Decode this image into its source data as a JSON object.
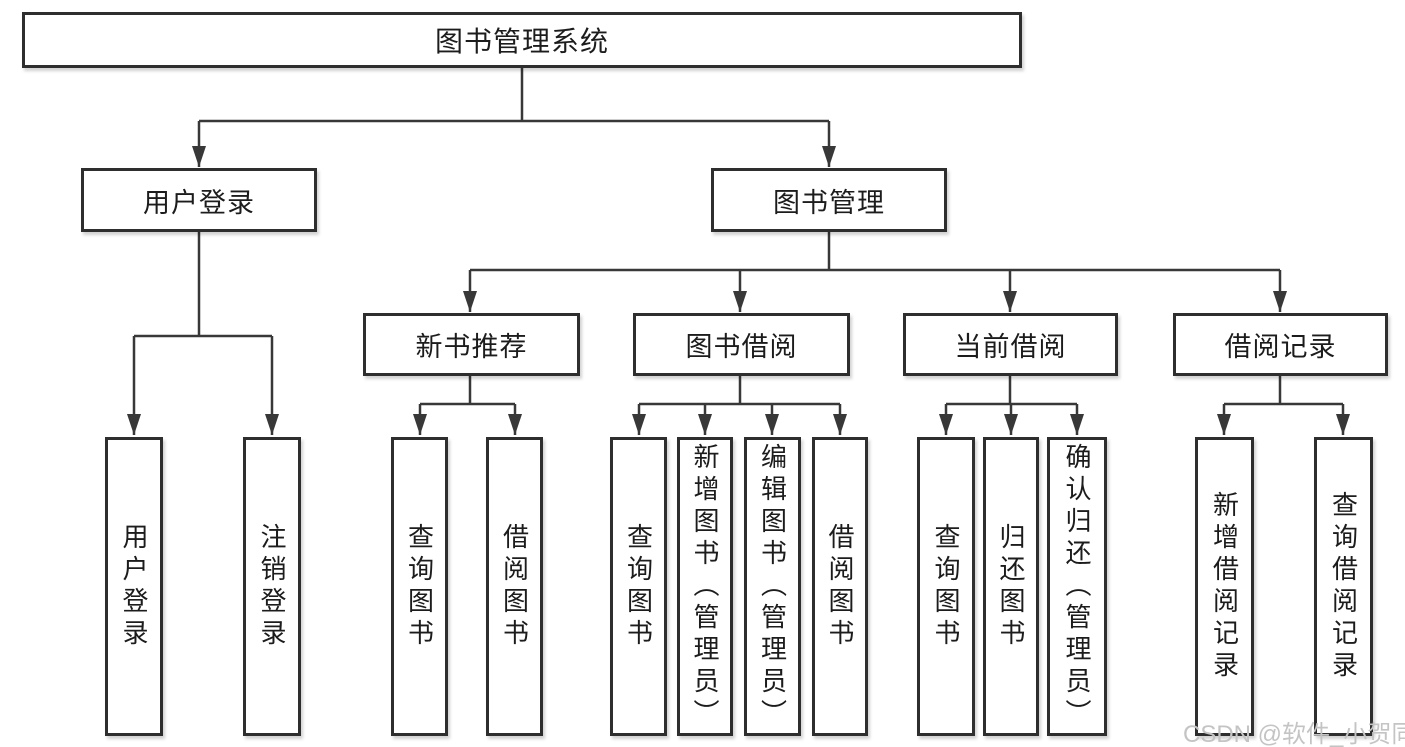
{
  "page": {
    "background": "#ffffff"
  },
  "diagram": {
    "title_node": "图书管理系统",
    "branches": {
      "user_login": {
        "label": "用户登录",
        "children": [
          "用户登录",
          "注销登录"
        ]
      },
      "book_management": {
        "label": "图书管理",
        "children": [
          {
            "label": "新书推荐",
            "children": [
              "查询图书",
              "借阅图书"
            ]
          },
          {
            "label": "图书借阅",
            "children": [
              "查询图书",
              "新增图书（管理员）",
              "编辑图书（管理员）",
              "借阅图书"
            ]
          },
          {
            "label": "当前借阅",
            "children": [
              "查询图书",
              "归还图书",
              "确认归还（管理员）"
            ]
          },
          {
            "label": "借阅记录",
            "children": [
              "新增借阅记录",
              "查询借阅记录"
            ]
          }
        ]
      }
    },
    "watermark": "CSDN @软件_小贺同学",
    "colors": {
      "line": "#383838",
      "box_border": "#2e2e2e",
      "text": "#1c1c1c",
      "watermark": "#c4c4c4"
    }
  }
}
